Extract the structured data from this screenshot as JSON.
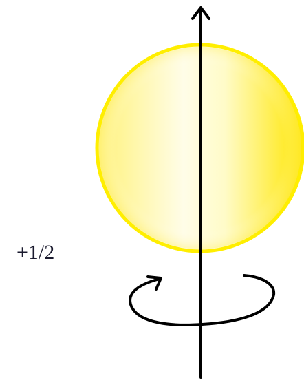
{
  "diagram": {
    "spin_label": "+1/2",
    "colors": {
      "sphere_light": "#fffde8",
      "sphere_mid": "#fff27a",
      "sphere_dark": "#ffe600",
      "sphere_rim": "#ffee00",
      "axis": "#000000",
      "text": "#1a1a2e"
    },
    "axis_direction": "up",
    "rotation_direction": "counterclockwise-when-viewed-from-above"
  }
}
